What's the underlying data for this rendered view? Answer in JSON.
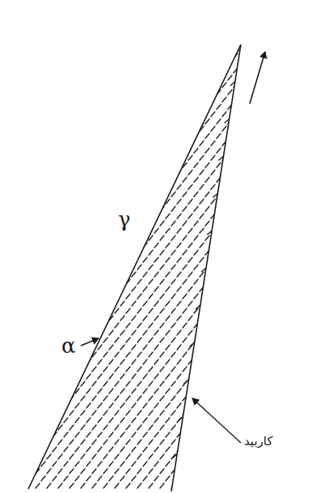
{
  "diagram": {
    "labels": [
      "γ",
      "α",
      "کاربید"
    ]
  }
}
